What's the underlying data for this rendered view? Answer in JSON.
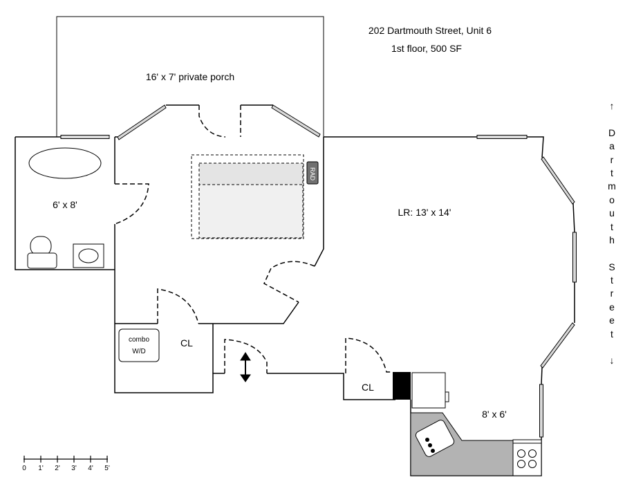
{
  "address": {
    "line1": "202 Dartmouth Street, Unit 6",
    "line2": "1st floor, 500 SF"
  },
  "rooms": {
    "porch": "16' x 7' private porch",
    "bathroom": "6' x 8'",
    "living_room": "LR: 13' x 14'",
    "kitchen": "8' x 6'",
    "closet_left": "CL",
    "closet_right": "CL",
    "washer_dryer_line1": "combo",
    "washer_dryer_line2": "W/D",
    "radiator": "RAD"
  },
  "street": {
    "arrow_up": "↑",
    "letters": [
      "D",
      "a",
      "r",
      "t",
      "m",
      "o",
      "u",
      "t",
      "h",
      "",
      "S",
      "t",
      "r",
      "e",
      "e",
      "t"
    ],
    "arrow_down": "↓"
  },
  "scale": {
    "ticks": [
      "0",
      "1'",
      "2'",
      "3'",
      "4'",
      "5'"
    ]
  },
  "colors": {
    "wall": "#000000",
    "window_fill": "#d9d9d9",
    "counter": "#b3b3b3",
    "bed_fill": "#f0f0f0",
    "radiator": "#707070"
  }
}
